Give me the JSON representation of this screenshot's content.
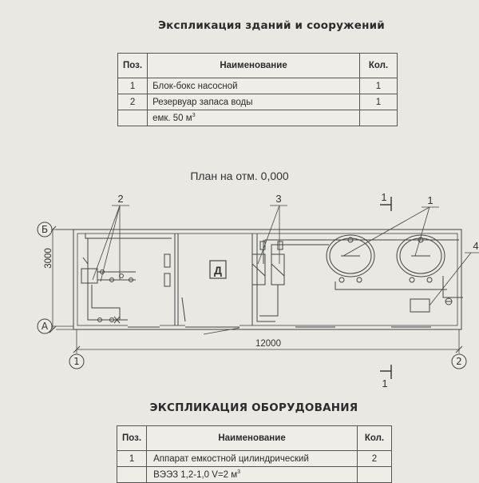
{
  "buildings_explication": {
    "title": "Экспликация зданий и сооружений",
    "headers": {
      "pos": "Поз.",
      "name": "Наименование",
      "qty": "Кол."
    },
    "rows": [
      {
        "pos": "1",
        "name": "Блок-бокс насосной",
        "qty": "1"
      },
      {
        "pos": "2",
        "name": "Резервуар запаса воды",
        "qty": "1"
      },
      {
        "pos": "",
        "name": "емк. 50 м",
        "name_sup": "3",
        "qty": ""
      }
    ]
  },
  "plan": {
    "title": "План на отм. 0,000",
    "room_label": "Д",
    "dimension_width": "12000",
    "dimension_height": "3000",
    "axis_rows": [
      "Б",
      "А"
    ],
    "axis_cols": [
      "1",
      "2"
    ],
    "section_mark": "1",
    "callouts": [
      "2",
      "3",
      "1",
      "4"
    ]
  },
  "equipment_explication": {
    "title": "ЭКСПЛИКАЦИЯ ОБОРУДОВАНИЯ",
    "headers": {
      "pos": "Поз.",
      "name": "Наименование",
      "qty": "Кол."
    },
    "rows": [
      {
        "pos": "1",
        "name": "Аппарат емкостной цилиндрический",
        "qty": "2"
      },
      {
        "pos": "",
        "name": "ВЭЭЗ 1,2-1,0 V=2 м",
        "name_sup": "3",
        "qty": ""
      }
    ]
  }
}
